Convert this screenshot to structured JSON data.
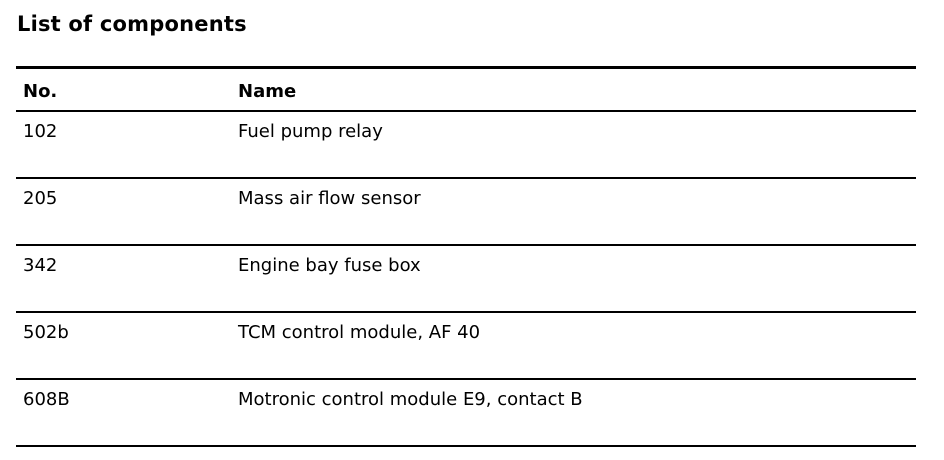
{
  "page": {
    "title": "List of components"
  },
  "table": {
    "headers": {
      "no": "No.",
      "name": "Name"
    },
    "rows": [
      {
        "no": "102",
        "name": "Fuel pump relay"
      },
      {
        "no": "205",
        "name": "Mass air flow sensor"
      },
      {
        "no": "342",
        "name": "Engine bay fuse box"
      },
      {
        "no": "502b",
        "name": "TCM control module, AF 40"
      },
      {
        "no": "608B",
        "name": "Motronic control module E9, contact B"
      }
    ]
  }
}
